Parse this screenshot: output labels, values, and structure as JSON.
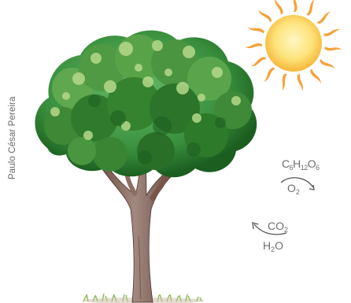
{
  "credit": "Paulo César Pereira",
  "labels": {
    "glucose": {
      "parts": [
        "C",
        "6",
        "H",
        "12",
        "O",
        "6"
      ]
    },
    "oxygen": {
      "parts": [
        "O",
        "2"
      ]
    },
    "carbon_dioxide": {
      "parts": [
        "CO",
        "2"
      ]
    },
    "water": {
      "parts": [
        "H",
        "2",
        "O"
      ]
    }
  },
  "colors": {
    "sun_core": "#fde073",
    "sun_rays": "#f39c2b",
    "foliage_dark": "#2e7d32",
    "foliage_mid": "#4caf50",
    "foliage_light": "#9ccc65",
    "trunk": "#8d6e63",
    "text": "#6e6e6e"
  }
}
